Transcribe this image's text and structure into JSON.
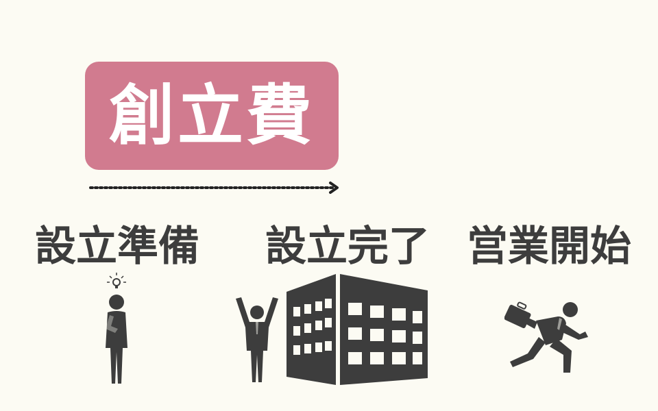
{
  "title": "創立費",
  "stages": [
    {
      "label": "設立準備",
      "icon": "thinking-person-icon"
    },
    {
      "label": "設立完了",
      "icon": "celebrating-person-building-icon"
    },
    {
      "label": "営業開始",
      "icon": "running-businessman-icon"
    }
  ],
  "colors": {
    "background": "#fcfbf3",
    "title_box": "#d17b8f",
    "title_text": "#ffffff",
    "label_text": "#3d3d3d",
    "icon_fill": "#3d3d3d"
  }
}
